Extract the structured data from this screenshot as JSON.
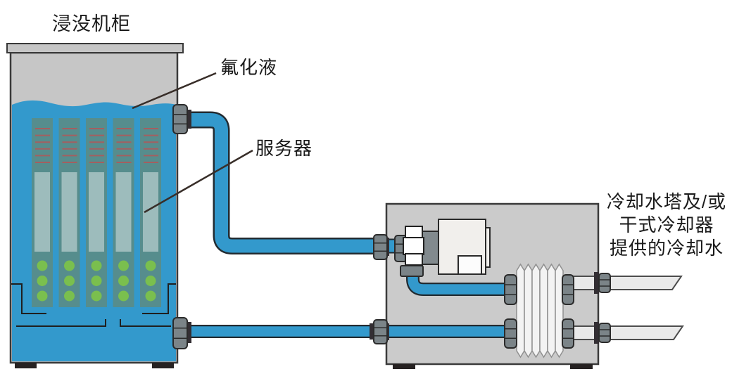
{
  "labels": {
    "cabinet": "浸没机柜",
    "coolant": "氟化液",
    "server": "服务器",
    "cooling_water": [
      "冷却水塔及/或",
      "干式冷却器",
      "提供的冷却水"
    ]
  },
  "palette": {
    "background": "#ffffff",
    "text_color": "#1a1a1a",
    "pipe_blue": "#3399cc",
    "pipe_outline": "#222b31",
    "tank_gray": "#c6c6c6",
    "box_gray": "#cbcbcb",
    "server_teal": "#568d8d",
    "server_panel": "#9dbcbc",
    "led_green": "#7abf4e",
    "vent_red": "#a35f60",
    "fitting_gray": "#7b8488",
    "flange_dark": "#332e33",
    "hx_white": "#f3f3f3",
    "hx_outline": "#909090",
    "water_pipe_gray": "#e9e9e9",
    "water_pipe_outline": "#4d4d4d",
    "valve_white": "#ffffff",
    "motor_white": "#f1efec",
    "subbox_white": "#fcfcfc",
    "shaft_gray": "#828a8e",
    "outline_dark": "#3a3a3a",
    "leader_line": "#382e29",
    "foot_dark": "#262222"
  }
}
